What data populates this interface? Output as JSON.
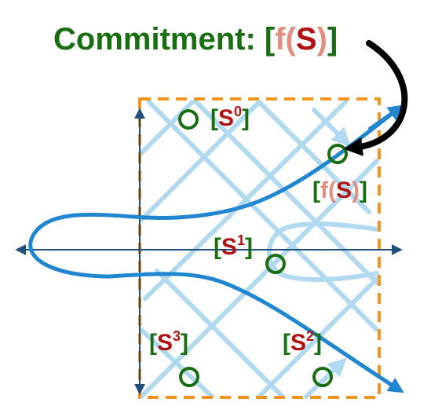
{
  "title": {
    "prefix": "Commitment: ",
    "open": "[",
    "func": "f",
    "paren_open": "(",
    "var": "S",
    "paren_close": ")",
    "close": "]"
  },
  "labels": {
    "s0": {
      "open": "[",
      "base": "S",
      "sup": "0",
      "close": "]"
    },
    "s1": {
      "open": "[",
      "base": "S",
      "sup": "1",
      "close": "]"
    },
    "s2": {
      "open": "[",
      "base": "S",
      "sup": "2",
      "close": "]"
    },
    "s3": {
      "open": "[",
      "base": "S",
      "sup": "3",
      "close": "]"
    },
    "fs": {
      "open": "[",
      "func": "f",
      "paren_open": "(",
      "var": "S",
      "paren_close": ")",
      "close": "]"
    }
  },
  "colors": {
    "bracket_green": "#1a6e12",
    "var_red": "#b01212",
    "func_pink": "#e08f80",
    "curve_blue": "#1f86cf",
    "light_blue": "#a9d6f0",
    "axis_navy": "#1f4f7a",
    "box_orange": "#f3941c",
    "point_green": "#1a6e12",
    "arrow_black": "#000000"
  }
}
